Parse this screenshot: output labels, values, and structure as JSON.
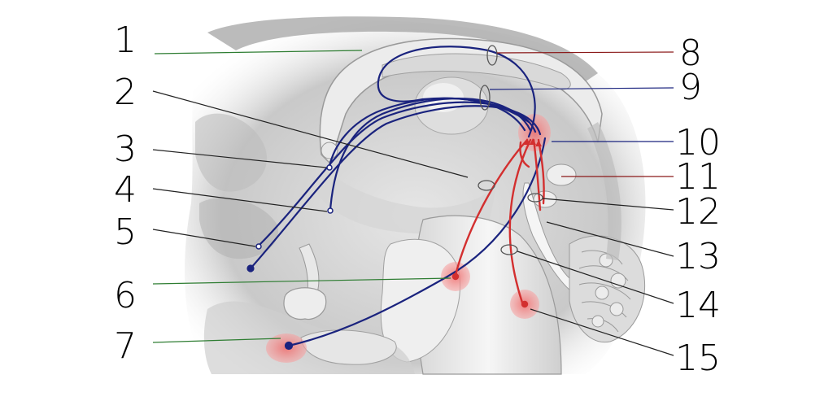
{
  "labels": {
    "l1": "1",
    "l2": "2",
    "l3": "3",
    "l4": "4",
    "l5": "5",
    "l6": "6",
    "l7": "7",
    "l8": "8",
    "l9": "9",
    "l10": "10",
    "l11": "11",
    "l12": "12",
    "l13": "13",
    "l14": "14",
    "l15": "15"
  },
  "colors": {
    "pathway_blue": "#1a237e",
    "pathway_red": "#d32f2f",
    "nucleus_pink": "#f28b8b",
    "leader_green": "#2e7d32",
    "leader_red": "#8b1a1a",
    "leader_black": "#222222"
  }
}
